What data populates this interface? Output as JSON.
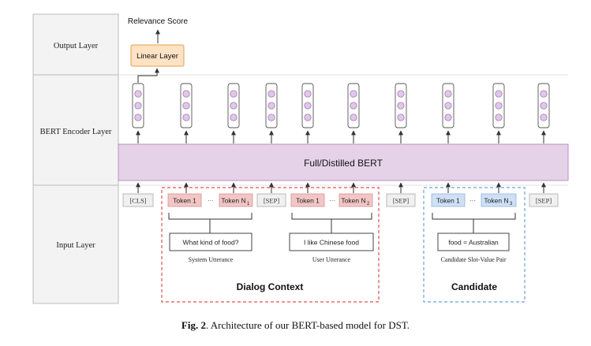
{
  "layers": {
    "output": "Output Layer",
    "encoder": "BERT Encoder Layer",
    "input": "Input Layer"
  },
  "relevance_score": "Relevance Score",
  "linear_layer": "Linear Layer",
  "bert_box": "Full/Distilled BERT",
  "tokens": {
    "cls": "[CLS]",
    "sep": "[SEP]",
    "token1": "Token 1",
    "ellipsis": "···",
    "token_n": "Token N",
    "sub1": "1",
    "sub2": "2",
    "sub3": "3"
  },
  "utterances": {
    "system_text": "What kind of food?",
    "system_label": "System Utterance",
    "user_text": "I like Chinese food",
    "user_label": "User Utterance",
    "slot_text": "food = Australian",
    "slot_label": "Candidate Slot-Value Pair"
  },
  "groups": {
    "dialog": "Dialog Context",
    "candidate": "Candidate"
  },
  "caption": {
    "fig": "Fig. 2",
    "text": ". Architecture of our BERT-based model for DST."
  },
  "colors": {
    "bert_fill": "#e6d2e8",
    "node_fill": "#e2c6ec",
    "token_red": "#f3c6c6",
    "token_blue": "#cfe0f6",
    "linear_fill": "#fde2c4",
    "linear_stroke": "#e3a050",
    "dialog_dash": "#e05050",
    "candidate_dash": "#6aa0dc"
  }
}
